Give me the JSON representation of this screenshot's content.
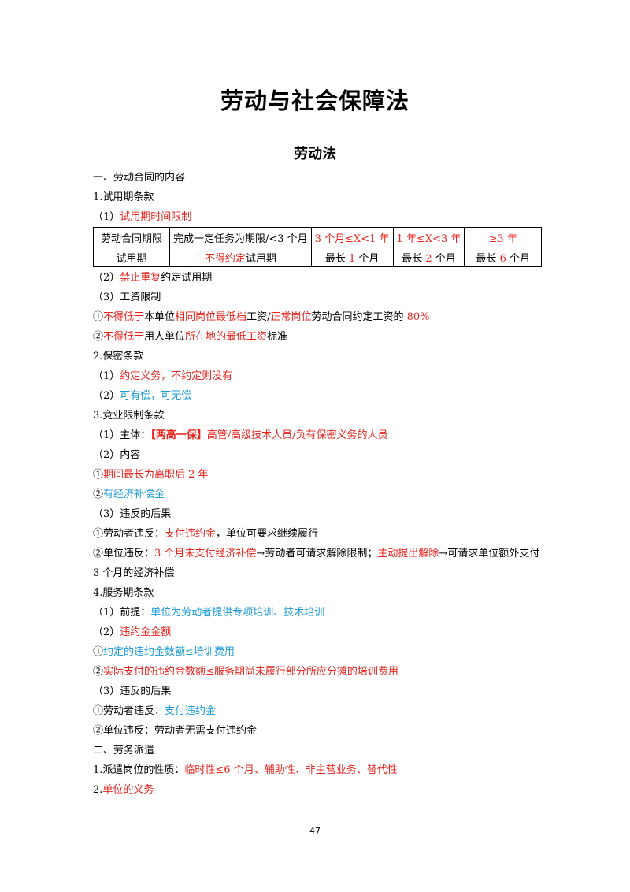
{
  "title": "劳动与社会保障法",
  "section": "劳动法",
  "page_number": "47",
  "colors": {
    "emphasis_red": "#e8231c",
    "note_blue": "#1a9bd8"
  },
  "block1": [
    [
      "一、劳动合同的内容"
    ],
    [
      "1.试用期条款"
    ],
    [
      "（1）",
      "试用期时间限制"
    ]
  ],
  "table": {
    "headers": [
      "劳动合同期限",
      "完成一定任务为期限/<3 个月",
      "3 个月≤X<1 年",
      "1 年≤X<3 年",
      "≥3 年"
    ],
    "row_label": "试用期",
    "cell_none": [
      "不得约定",
      "试用期"
    ],
    "cell_1": [
      "最长 ",
      "1",
      " 个月"
    ],
    "cell_2": [
      "最长 ",
      "2",
      " 个月"
    ],
    "cell_3": [
      "最长 ",
      "6",
      " 个月"
    ]
  },
  "block2": [
    [
      "（2）",
      "禁止重复",
      "约定试用期"
    ],
    [
      "（3）工资限制"
    ],
    [
      "①",
      "不得低于",
      "本单位",
      "相同岗位最低档",
      "工资/",
      "正常岗位",
      "劳动合同约定工资的 ",
      "80%"
    ],
    [
      "②",
      "不得低于",
      "用人单位",
      "所在地的最低工资",
      "标准"
    ],
    [
      "2.保密条款"
    ],
    [
      "（1）",
      "约定义务，不约定则没有"
    ],
    [
      "（2）",
      "可有偿，可无偿"
    ],
    [
      "3.竞业限制条款"
    ],
    [
      "（1）主体：",
      "【两高一保】",
      "高管/高级技术人员/负有保密义务的人员"
    ],
    [
      "（2）内容"
    ],
    [
      "①",
      "期间最长为离职后 2 年"
    ],
    [
      "②",
      "有经济补偿金"
    ],
    [
      "（3）违反的后果"
    ],
    [
      "①劳动者违反：",
      "支付违约金",
      "，单位可要求继续履行"
    ],
    [
      "②单位违反：",
      "3 个月未支付经济补偿",
      "→劳动者可请求解除限制；",
      "主动提出解除",
      "→可请求单位额外支付 3 个月的经济补偿"
    ],
    [
      "4.服务期条款"
    ],
    [
      "（1）前提：",
      "单位为劳动者提供专项培训、技术培训"
    ],
    [
      "（2）",
      "违约金金额"
    ],
    [
      "①",
      "约定的违约金数额≤培训费用"
    ],
    [
      "②",
      "实际支付的违约金数额≤服务期尚未履行部分所应分摊的培训费用"
    ],
    [
      "（3）违反的后果"
    ],
    [
      "①劳动者违反：",
      "支付违约金"
    ],
    [
      "②单位违反：劳动者无需支付违约金"
    ],
    [
      "二、劳务派遣"
    ],
    [
      "1.派遣岗位的性质：",
      "临时性≤6 个月、辅助性、非主营业务、替代性"
    ],
    [
      "2.",
      "单位的义务"
    ]
  ]
}
